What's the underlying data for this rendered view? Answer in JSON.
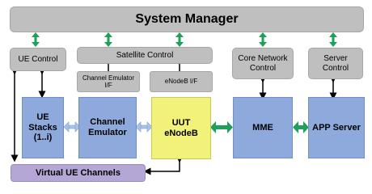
{
  "system_manager": "System Manager",
  "ue_control": "UE Control",
  "satellite_control": "Satellite Control",
  "core_network_control": [
    "Core Network",
    "Control"
  ],
  "server_control": [
    "Server",
    "Control"
  ],
  "channel_emulator_if": [
    "Channel Emulator",
    "I/F"
  ],
  "enodeb_if": "eNodeB I/F",
  "ue_stacks": [
    "UE",
    "Stacks",
    "(1..i)"
  ],
  "channel_emulator": [
    "Channel",
    "Emulator"
  ],
  "uut": [
    "UUT",
    "eNodeB"
  ],
  "mme": "MME",
  "app_server": "APP Server",
  "virtual_ue_channels": "Virtual UE Channels",
  "colors": {
    "gray_box": "#bfbfbf",
    "blue_box": "#8ea9db",
    "uut_box": "#f2f27a",
    "virtual_channels": "#b4a7d6",
    "green_arrow": "#1ea05a",
    "light_blue_arrow": "#a9c4e8",
    "black_arrow": "#000000"
  }
}
